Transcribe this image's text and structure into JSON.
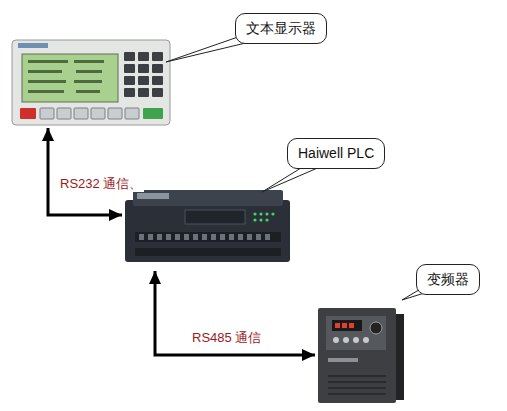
{
  "diagram": {
    "nodes": [
      {
        "text": [
          "文本显示器"
        ]
      },
      {
        "text": [
          "Haiwell PLC"
        ]
      },
      {
        "text": [
          "变频器"
        ]
      }
    ],
    "edges": [
      {
        "from": 0,
        "to": 1,
        "arrow": "both",
        "label": "RS232 通信、"
      },
      {
        "from": 1,
        "to": 2,
        "arrow": "both",
        "label": "RS485 通信"
      }
    ]
  }
}
